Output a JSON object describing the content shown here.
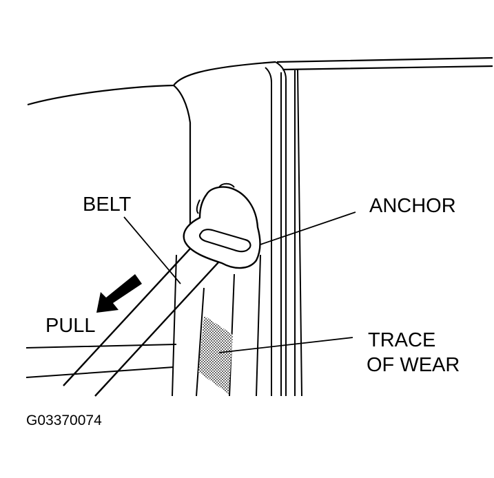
{
  "labels": {
    "belt": "BELT",
    "anchor": "ANCHOR",
    "pull": "PULL",
    "trace_line1": "TRACE",
    "trace_line2": "OF WEAR"
  },
  "figure_code": "G03370074",
  "colors": {
    "ink": "#000000",
    "paper": "#ffffff"
  }
}
